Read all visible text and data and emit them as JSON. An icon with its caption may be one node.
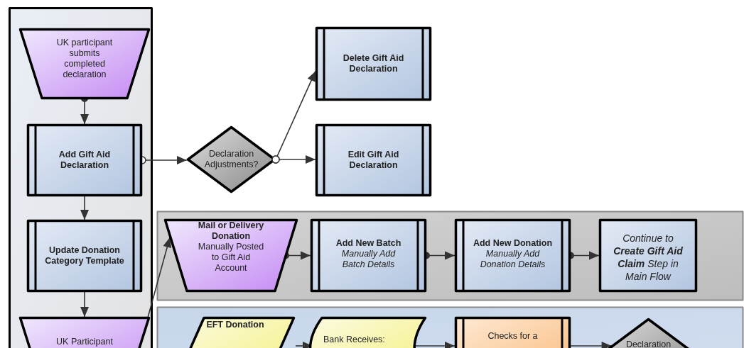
{
  "diagram": {
    "nodes": [
      {
        "text": [],
        "shape": "box"
      },
      {
        "text": [
          "UK participant submits completed declaration"
        ],
        "in": 0
      },
      {
        "text": [
          "Add Gift Aid Declaration"
        ],
        "in": 0
      },
      {
        "text": [
          "Update Donation Category Template"
        ],
        "in": 0
      },
      {
        "text": [
          "UK Participant"
        ],
        "in": 0
      },
      {
        "text": [
          "Declaration Adjustments?"
        ]
      },
      {
        "text": [
          "Delete Gift Aid Declaration"
        ]
      },
      {
        "text": [
          "Edit Gift Aid Declaration"
        ]
      },
      {
        "text": [],
        "shape": "box"
      },
      {
        "text": [
          "Mail or Delivery Donation",
          "Manually Posted to Gift Aid Account"
        ],
        "in": 8
      },
      {
        "text": [
          "Add New Batch",
          "Manually Add Batch Details"
        ],
        "in": 8
      },
      {
        "text": [
          "Add New Donation",
          "Manually Add Donation Details"
        ],
        "in": 8
      },
      {
        "text": [
          "Continue to **Create Gift Aid Claim** Step in Main Flow"
        ],
        "in": 8
      },
      {
        "text": [],
        "shape": "box"
      },
      {
        "text": [
          "EFT Donation"
        ],
        "in": 13
      },
      {
        "text": [
          "Bank Receives:"
        ],
        "in": 13
      },
      {
        "text": [
          "Checks for a"
        ],
        "in": 13
      },
      {
        "text": [
          "Declaration"
        ],
        "in": 13
      }
    ],
    "edges": [
      {
        "from": 1,
        "to": 2,
        "arrow": "to"
      },
      {
        "from": 2,
        "to": 5,
        "arrow": "to"
      },
      {
        "from": 5,
        "to": 6,
        "arrow": "to"
      },
      {
        "from": 5,
        "to": 7,
        "arrow": "to"
      },
      {
        "from": 2,
        "to": 3,
        "arrow": "to"
      },
      {
        "from": 3,
        "to": 4,
        "arrow": "to"
      },
      {
        "from": 4,
        "to": 9,
        "arrow": "to"
      },
      {
        "from": 9,
        "to": 10,
        "arrow": "to"
      },
      {
        "from": 10,
        "to": 11,
        "arrow": "to"
      },
      {
        "from": 11,
        "to": 12,
        "arrow": "to"
      },
      {
        "from": 14,
        "to": 15,
        "arrow": "to"
      },
      {
        "from": 15,
        "to": 16,
        "arrow": "to"
      },
      {
        "from": 16,
        "to": 17,
        "arrow": "to"
      }
    ]
  }
}
